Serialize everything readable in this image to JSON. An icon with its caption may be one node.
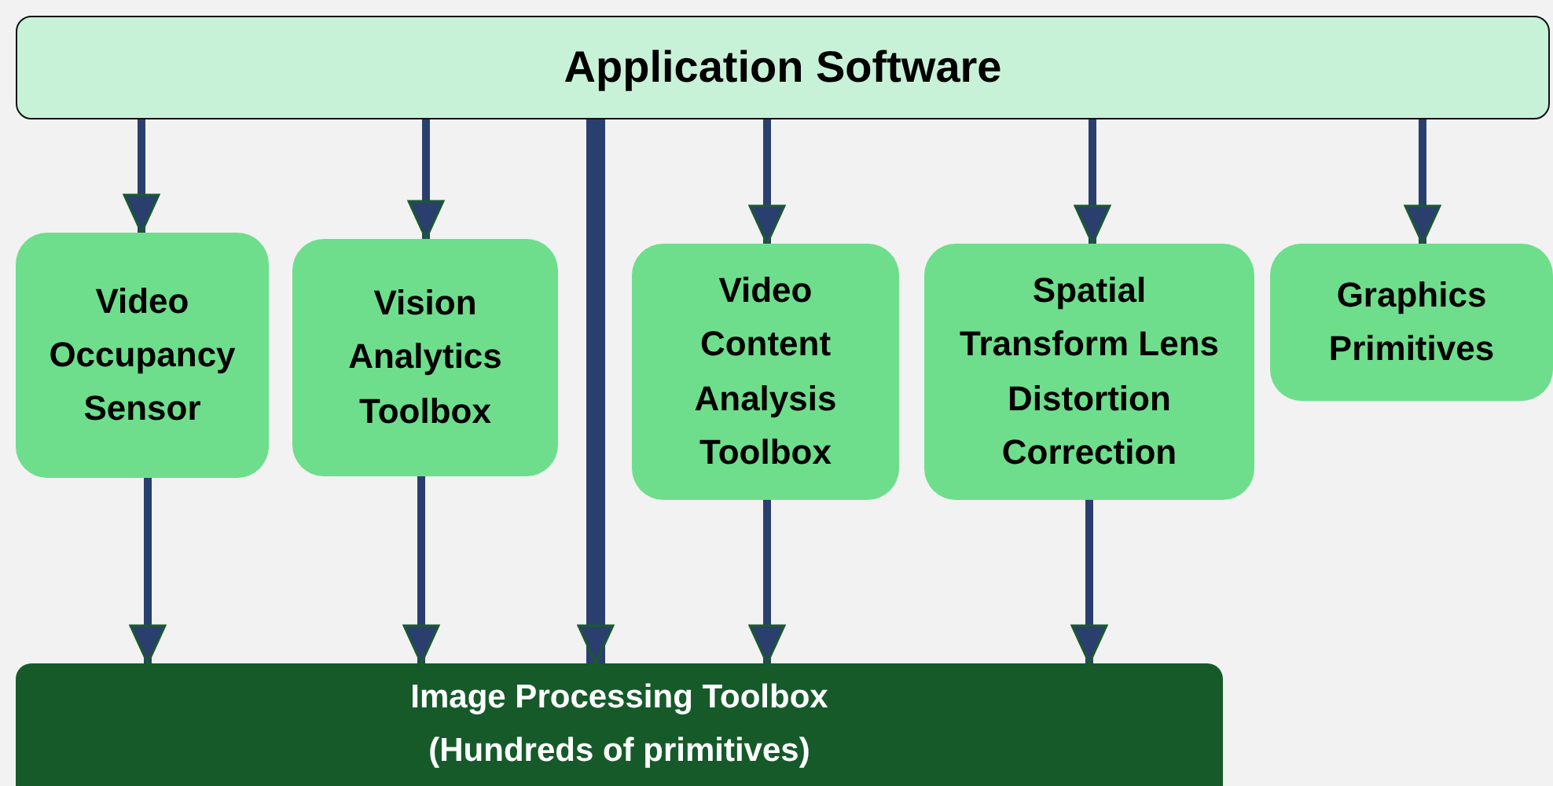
{
  "diagram": {
    "nodes": [
      {
        "text": [
          "Application Software"
        ]
      },
      {
        "text": [
          "Video Occupancy Sensor"
        ]
      },
      {
        "text": [
          "Vision Analytics Toolbox"
        ]
      },
      {
        "text": [
          "Video Content Analysis Toolbox"
        ]
      },
      {
        "text": [
          "Spatial Transform Lens Distortion Correction"
        ]
      },
      {
        "text": [
          "Graphics Primitives"
        ]
      },
      {
        "text": [
          "Image Processing Toolbox",
          "(Hundreds of primitives)"
        ]
      }
    ],
    "edges": [
      {
        "from": 0,
        "to": 1,
        "arrow": "to"
      },
      {
        "from": 0,
        "to": 2,
        "arrow": "to"
      },
      {
        "from": 0,
        "to": 6,
        "arrow": "to",
        "style": "thick"
      },
      {
        "from": 0,
        "to": 3,
        "arrow": "to"
      },
      {
        "from": 0,
        "to": 4,
        "arrow": "to"
      },
      {
        "from": 0,
        "to": 5,
        "arrow": "to"
      },
      {
        "from": 1,
        "to": 6,
        "arrow": "to"
      },
      {
        "from": 2,
        "to": 6,
        "arrow": "to"
      },
      {
        "from": 3,
        "to": 6,
        "arrow": "to"
      },
      {
        "from": 4,
        "to": 6,
        "arrow": "to"
      }
    ]
  }
}
